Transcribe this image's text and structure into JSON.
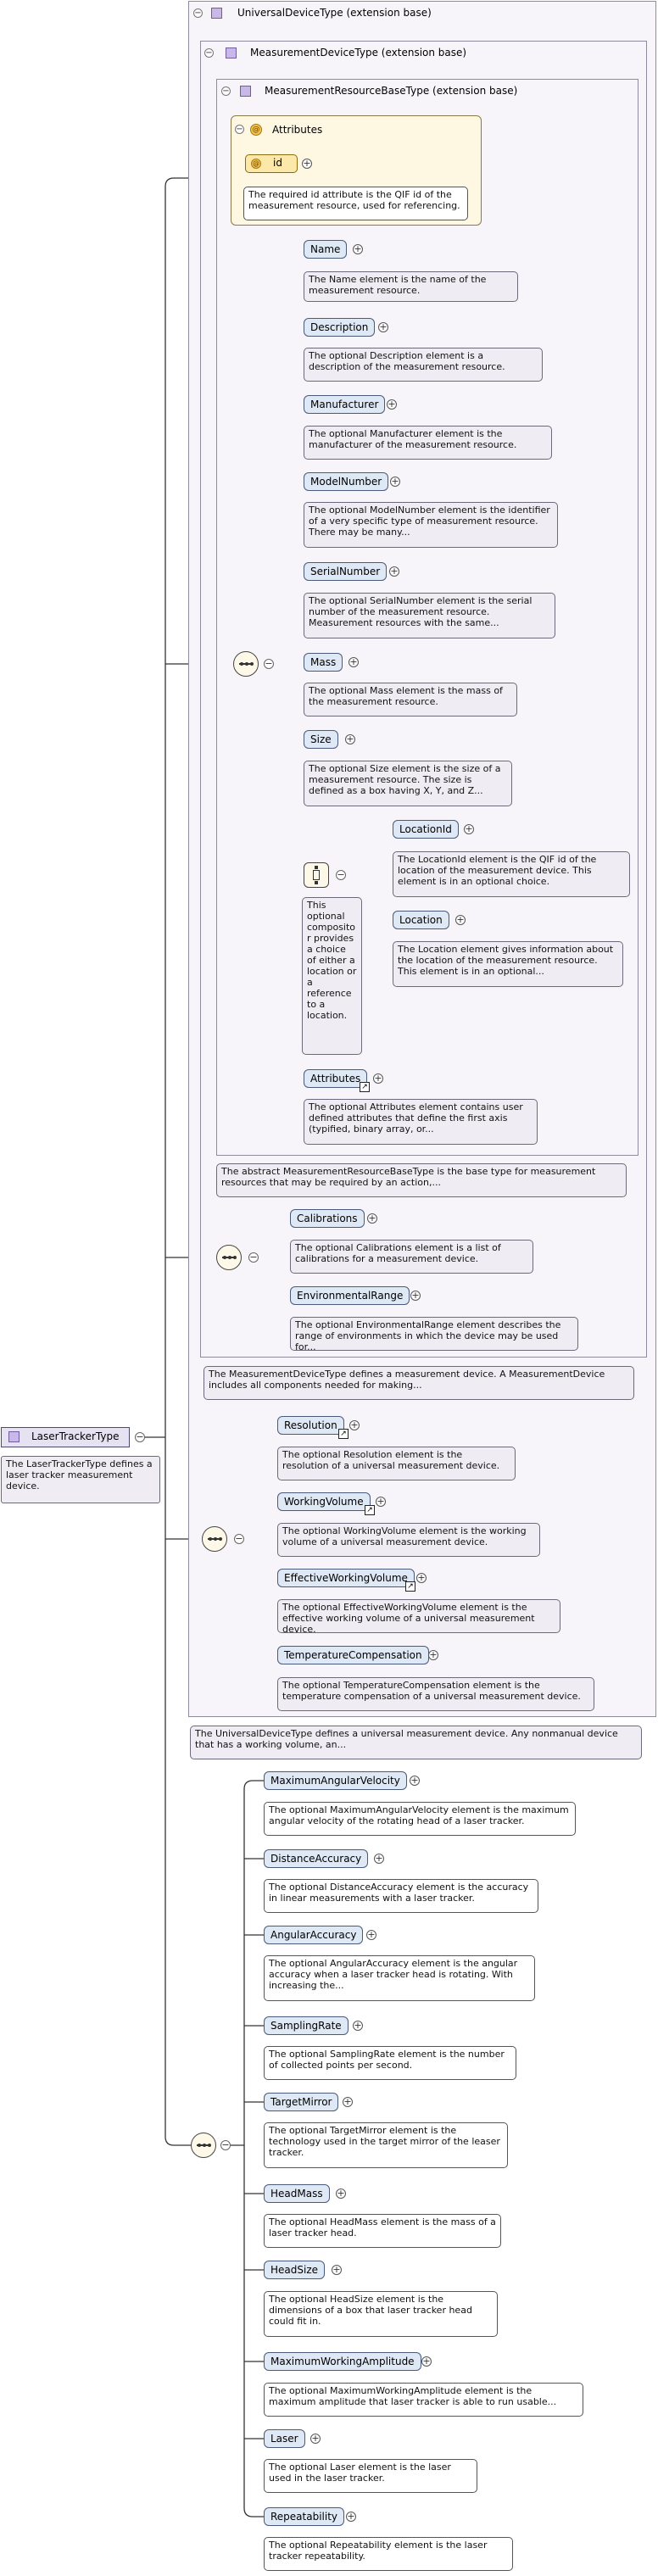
{
  "universal": {
    "title": "UniversalDeviceType (extension base)",
    "description": "The UniversalDeviceType defines a universal measurement device. Any nonmanual device that has a working volume, an..."
  },
  "measurement_device": {
    "title": "MeasurementDeviceType (extension base)",
    "description": "The MeasurementDeviceType defines a measurement device. A MeasurementDevice includes all components needed for making..."
  },
  "measurement_resource": {
    "title": "MeasurementResourceBaseType (extension base)",
    "description": "The abstract MeasurementResourceBaseType is the base type for measurement resources that may be required by an action,..."
  },
  "attributes_group": {
    "title": "Attributes",
    "id_label": "id",
    "id_description": "The required id attribute is the QIF id of the measurement resource, used for referencing."
  },
  "resource_elements": [
    {
      "label": "Name",
      "description": "The Name element is the name of the measurement resource."
    },
    {
      "label": "Description",
      "description": "The optional Description element is a description of the measurement resource."
    },
    {
      "label": "Manufacturer",
      "description": "The optional Manufacturer element is the manufacturer of the measurement resource."
    },
    {
      "label": "ModelNumber",
      "description": "The optional ModelNumber element is the identifier of a very specific type of measurement resource. There may be many..."
    },
    {
      "label": "SerialNumber",
      "description": "The optional SerialNumber element is the serial number of the measurement resource. Measurement resources with the same..."
    },
    {
      "label": "Mass",
      "description": "The optional Mass element is the mass of the measurement resource."
    },
    {
      "label": "Size",
      "description": "The optional Size element is the size of a measurement resource. The size is defined as a box having X, Y, and Z..."
    }
  ],
  "choice": {
    "description": "This optional compositor provides a choice of either a location or a reference to a location.",
    "items": [
      {
        "label": "LocationId",
        "description": "The LocationId element is the QIF id of the location of the measurement device. This element is in an optional choice."
      },
      {
        "label": "Location",
        "description": "The Location element gives information about the location of the measurement resource. This element is in an optional..."
      }
    ]
  },
  "attributes_element": {
    "label": "Attributes",
    "description": "The optional Attributes element contains user defined attributes that define the first axis (typified, binary array, or..."
  },
  "device_elements": [
    {
      "label": "Calibrations",
      "description": "The optional Calibrations element is a list of calibrations for a measurement device."
    },
    {
      "label": "EnvironmentalRange",
      "description": "The optional EnvironmentalRange element describes the range of environments in which the device may be used for..."
    }
  ],
  "universal_elements": [
    {
      "label": "Resolution",
      "description": "The optional Resolution element is the resolution of a universal measurement device."
    },
    {
      "label": "WorkingVolume",
      "description": "The optional WorkingVolume element is the working volume of a universal measurement device."
    },
    {
      "label": "EffectiveWorkingVolume",
      "description": "The optional EffectiveWorkingVolume element is the effective working volume of a universal measurement device."
    },
    {
      "label": "TemperatureCompensation",
      "description": "The optional TemperatureCompensation element is the temperature compensation of a universal measurement device."
    }
  ],
  "root": {
    "label": "LaserTrackerType",
    "description": "The LaserTrackerType defines a laser tracker measurement device."
  },
  "tracker_elements": [
    {
      "label": "MaximumAngularVelocity",
      "description": "The optional MaximumAngularVelocity element is the maximum angular velocity of the rotating head of a laser tracker."
    },
    {
      "label": "DistanceAccuracy",
      "description": "The optional DistanceAccuracy element is the accuracy in linear measurements with a laser tracker."
    },
    {
      "label": "AngularAccuracy",
      "description": "The optional AngularAccuracy element is the angular accuracy when a laser tracker head is rotating. With increasing the..."
    },
    {
      "label": "SamplingRate",
      "description": "The optional SamplingRate element is the number of collected points per second."
    },
    {
      "label": "TargetMirror",
      "description": "The optional TargetMirror element is the technology used in the target mirror of the leaser tracker."
    },
    {
      "label": "HeadMass",
      "description": "The optional HeadMass element is the mass of a laser tracker head."
    },
    {
      "label": "HeadSize",
      "description": "The optional HeadSize element is the dimensions of a box that laser tracker head could fit in."
    },
    {
      "label": "MaximumWorkingAmplitude",
      "description": "The optional MaximumWorkingAmplitude element is the maximum amplitude that laser tracker is able to run usable..."
    },
    {
      "label": "Laser",
      "description": "The optional Laser element is the laser used in the laser tracker."
    },
    {
      "label": "Repeatability",
      "description": "The optional Repeatability element is the laser tracker repeatability."
    }
  ]
}
